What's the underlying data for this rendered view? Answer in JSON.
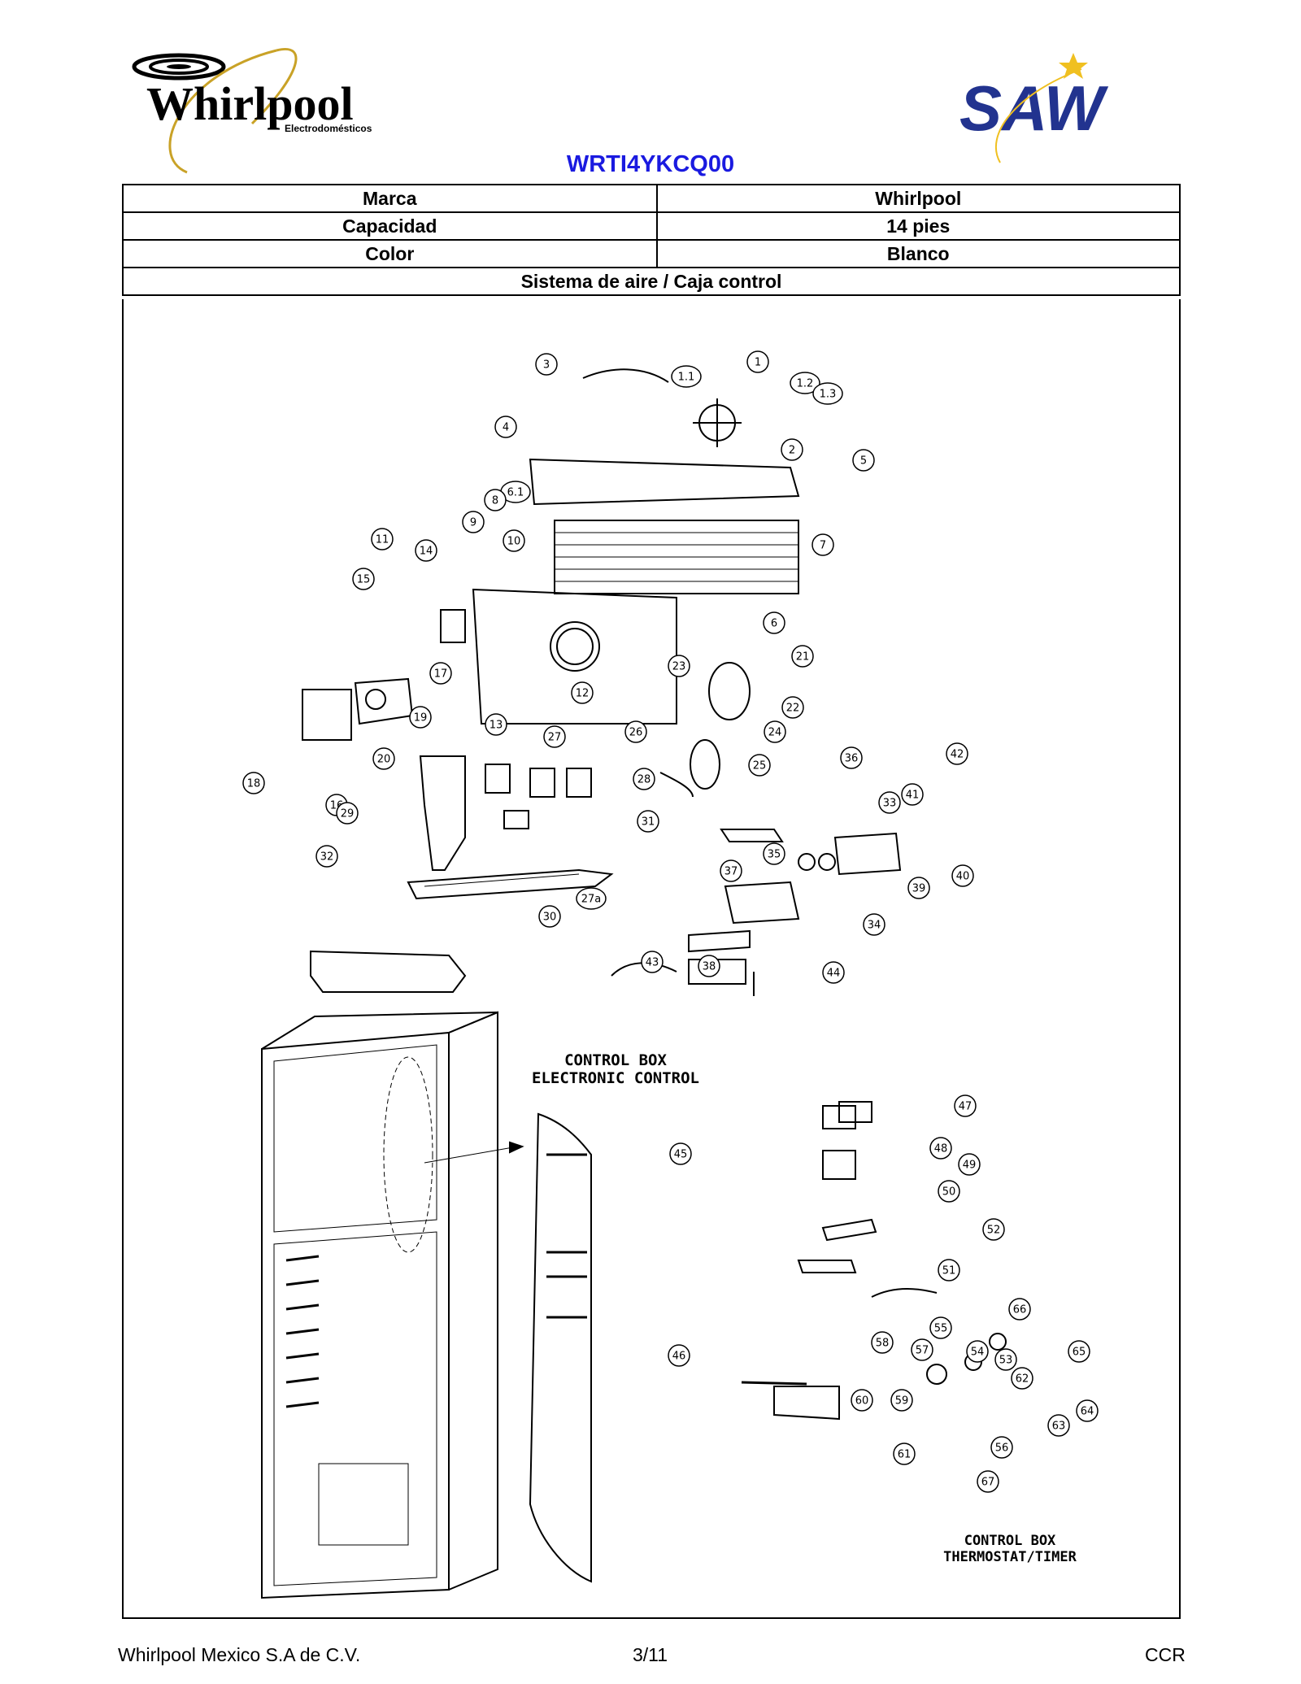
{
  "header": {
    "brand_logo_text": "Whirlpool",
    "brand_logo_sub": "Electrodomésticos",
    "partner_logo_text": "SAW",
    "model": "WRTI4YKCQ00"
  },
  "specs": [
    {
      "label": "Marca",
      "value": "Whirlpool"
    },
    {
      "label": "Capacidad",
      "value": "14 pies"
    },
    {
      "label": "Color",
      "value": "Blanco"
    }
  ],
  "section_title": "Sistema de aire /  Caja control",
  "diagram": {
    "callouts": [
      "1",
      "1.1",
      "1.2",
      "1.3",
      "2",
      "3",
      "4",
      "5",
      "6",
      "6.1",
      "7",
      "8",
      "9",
      "10",
      "11",
      "12",
      "13",
      "14",
      "15",
      "16",
      "17",
      "18",
      "19",
      "20",
      "21",
      "22",
      "23",
      "24",
      "25",
      "26",
      "27",
      "27a",
      "28",
      "29",
      "30",
      "31",
      "32",
      "33",
      "34",
      "35",
      "36",
      "37",
      "38",
      "39",
      "40",
      "41",
      "42",
      "43",
      "44",
      "45",
      "46",
      "47",
      "48",
      "49",
      "50",
      "51",
      "52",
      "53",
      "54",
      "55",
      "56",
      "57",
      "58",
      "59",
      "60",
      "61",
      "62",
      "63",
      "64",
      "65",
      "66",
      "67"
    ],
    "caption_electronic_1": "CONTROL  BOX",
    "caption_electronic_2": "ELECTRONIC  CONTROL",
    "caption_thermostat_1": "CONTROL  BOX",
    "caption_thermostat_2": "THERMOSTAT/TIMER"
  },
  "footer": {
    "company": "Whirlpool Mexico S.A de C.V.",
    "page": "3/11",
    "code": "CCR"
  }
}
